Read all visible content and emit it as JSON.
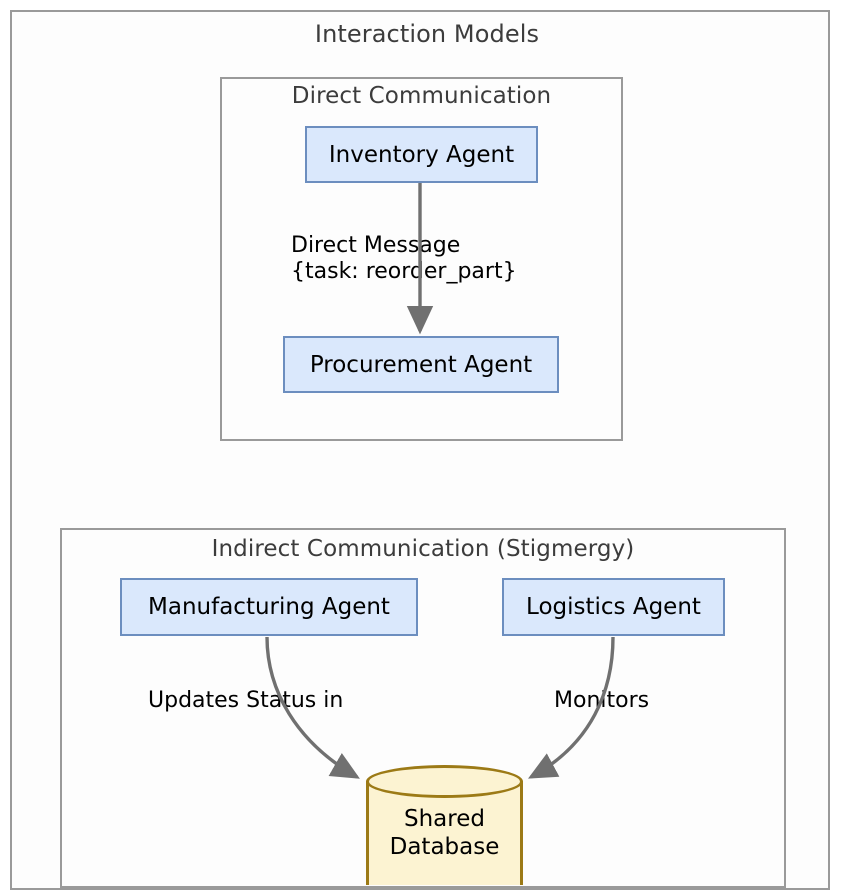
{
  "diagram": {
    "title": "Interaction Models",
    "groups": [
      {
        "id": "direct",
        "title": "Direct Communication",
        "nodes": [
          {
            "id": "inventory",
            "label": "Inventory Agent",
            "shape": "rect",
            "fill": "#dae8fc",
            "stroke": "#6c8ebf"
          },
          {
            "id": "procurement",
            "label": "Procurement Agent",
            "shape": "rect",
            "fill": "#dae8fc",
            "stroke": "#6c8ebf"
          }
        ],
        "edges": [
          {
            "from": "inventory",
            "to": "procurement",
            "label_line1": "Direct Message",
            "label_line2": "{task: reorder_part}",
            "style": "straight-arrow"
          }
        ]
      },
      {
        "id": "indirect",
        "title": "Indirect Communication (Stigmergy)",
        "nodes": [
          {
            "id": "manufacturing",
            "label": "Manufacturing Agent",
            "shape": "rect",
            "fill": "#dae8fc",
            "stroke": "#6c8ebf"
          },
          {
            "id": "logistics",
            "label": "Logistics Agent",
            "shape": "rect",
            "fill": "#dae8fc",
            "stroke": "#6c8ebf"
          },
          {
            "id": "database",
            "label_line1": "Shared",
            "label_line2": "Database",
            "shape": "cylinder",
            "fill": "#fcf3d2",
            "stroke": "#9c7a16"
          }
        ],
        "edges": [
          {
            "from": "manufacturing",
            "to": "database",
            "label": "Updates Status in",
            "style": "curved-arrow"
          },
          {
            "from": "logistics",
            "to": "database",
            "label": "Monitors",
            "style": "curved-arrow"
          }
        ]
      }
    ],
    "colors": {
      "frame_border": "#9a9a9a",
      "canvas": "#ffffff",
      "title_text": "#3c3c3c",
      "node_text": "#000000",
      "agent_fill": "#dae8fc",
      "agent_stroke": "#6c8ebf",
      "db_fill": "#fcf3d2",
      "db_stroke": "#9c7a16",
      "connector": "#707070"
    }
  }
}
